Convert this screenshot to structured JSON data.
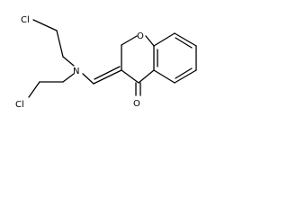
{
  "molecule": {
    "atoms": {
      "cl_upper": "Cl",
      "cl_lower": "Cl",
      "nitrogen": "N",
      "ring_oxygen": "O",
      "carbonyl_oxygen": "O"
    },
    "colors": {
      "bond": "#000000",
      "label": "#000000",
      "background": "#ffffff"
    }
  }
}
